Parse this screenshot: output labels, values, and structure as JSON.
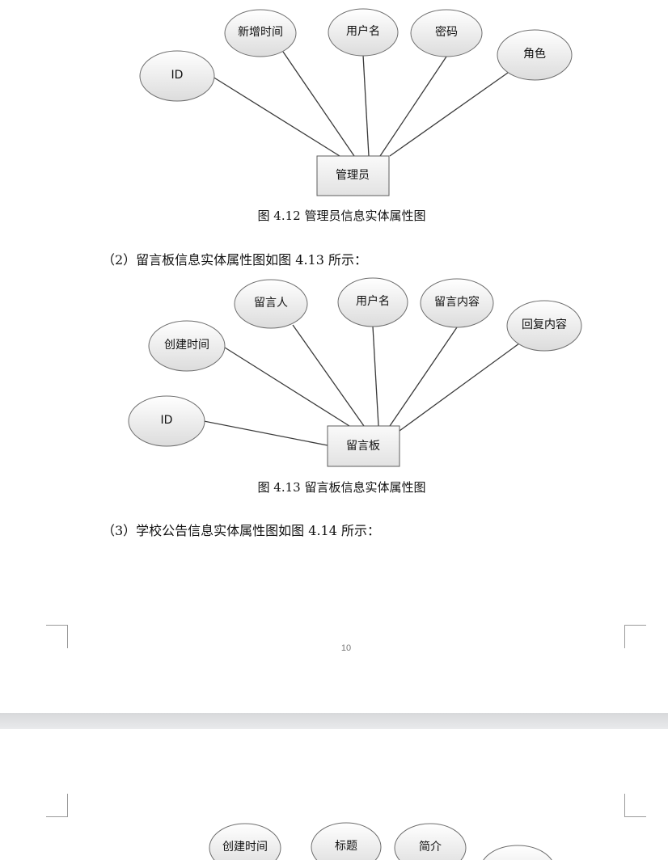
{
  "page1": {
    "diagram_admin": {
      "entity": "管理员",
      "attributes": [
        "ID",
        "新增时间",
        "用户名",
        "密码",
        "角色"
      ]
    },
    "caption_admin": "图 4.12   管理员信息实体属性图",
    "para_2": "（2）留言板信息实体属性图如图 4.13 所示：",
    "diagram_board": {
      "entity": "留言板",
      "attributes": [
        "ID",
        "创建时间",
        "留言人",
        "用户名",
        "留言内容",
        "回复内容"
      ]
    },
    "caption_board": "图 4.13   留言板信息实体属性图",
    "para_3": "（3）学校公告信息实体属性图如图 4.14 所示：",
    "page_number": "10"
  },
  "page2": {
    "diagram_notice": {
      "attributes": [
        "创建时间",
        "标题",
        "简介"
      ]
    }
  }
}
